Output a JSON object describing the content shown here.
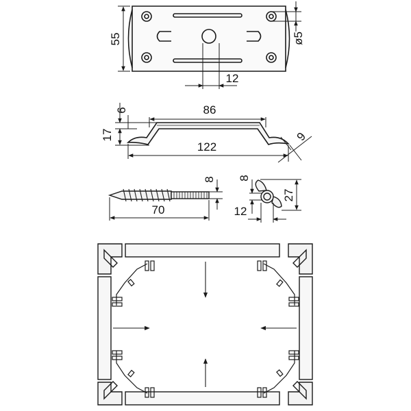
{
  "colors": {
    "stroke": "#1a1a1a",
    "dim_line": "#222222",
    "fill_light": "#f2f2f2",
    "background": "#ffffff"
  },
  "icons": [
    "bracket-plate-icon",
    "bent-bracket-icon",
    "lag-screw-icon",
    "wing-nut-icon",
    "frame-assembly-icon"
  ],
  "dimensions": {
    "plate_height": "55",
    "hole_diameter": "ø5",
    "slot_offset": "12",
    "bracket_top": "86",
    "bracket_base": "122",
    "bracket_rise": "17",
    "bracket_lip": "6",
    "bracket_flange": "9",
    "screw_length": "70",
    "screw_diameter": "8",
    "nut_thread": "8",
    "nut_width": "27",
    "nut_height": "12"
  }
}
